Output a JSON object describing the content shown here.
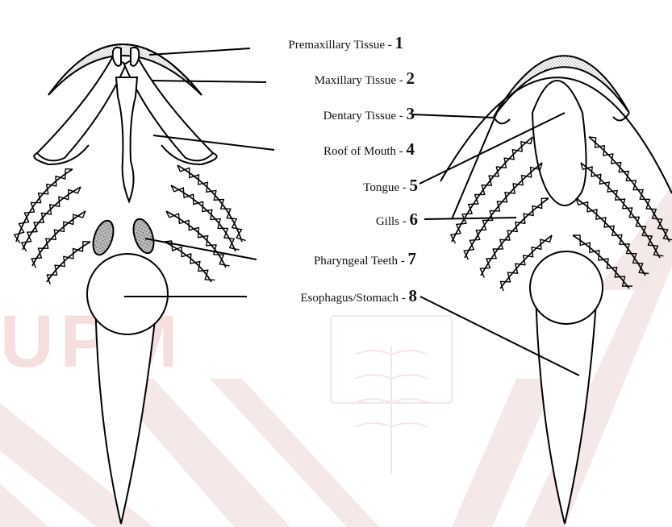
{
  "watermark": {
    "text": "UPM",
    "color": "#f4dede",
    "line_color": "#f3e6e6"
  },
  "labels": [
    {
      "text": "Premaxillary Tissue - ",
      "number": "1"
    },
    {
      "text": "Maxillary Tissue - ",
      "number": "2"
    },
    {
      "text": "Dentary Tissue - ",
      "number": "3"
    },
    {
      "text": "Roof of Mouth - ",
      "number": "4"
    },
    {
      "text": "Tongue - ",
      "number": "5"
    },
    {
      "text": "Gills - ",
      "number": "6"
    },
    {
      "text": "Pharyngeal Teeth - ",
      "number": "7"
    },
    {
      "text": "Esophagus/Stomach - ",
      "number": "8"
    }
  ],
  "figures": {
    "left": "upper-jaw-roof-view",
    "right": "lower-jaw-floor-view"
  }
}
